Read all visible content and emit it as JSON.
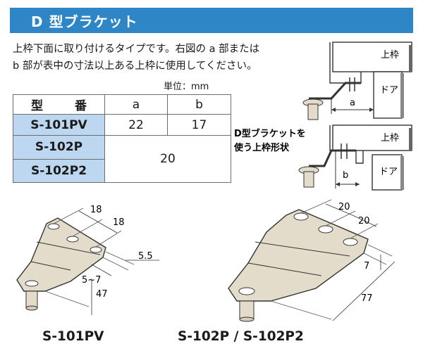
{
  "header": {
    "title": "D 型ブラケット"
  },
  "description": [
    "上枠下面に取り付けるタイプです。右図の a 部または",
    "b 部が表中の寸法以上ある上枠に使用してください。"
  ],
  "unit_label": "単位：mm",
  "table": {
    "headers": [
      "型　番",
      "a",
      "b"
    ],
    "rows": [
      {
        "model": "S-101PV",
        "a": "22",
        "b": "17"
      },
      {
        "model": "S-102P",
        "ab": "20"
      },
      {
        "model": "S-102P2"
      }
    ]
  },
  "install_diagrams": {
    "frame_label": "上枠",
    "door_label": "ドア",
    "dim_a": "a",
    "dim_b": "b",
    "caption_line1": "D型ブラケットを",
    "caption_line2": "使う上枠形状"
  },
  "bracket_small": {
    "dims": [
      "18",
      "18",
      "5.5",
      "5~7",
      "47"
    ],
    "caption": "S-101PV"
  },
  "bracket_large": {
    "dims": [
      "20",
      "20",
      "7",
      "77"
    ],
    "caption": "S-102P / S-102P2"
  },
  "colors": {
    "header_bg": "#2e86c7",
    "model_cell_bg": "#bed7f0",
    "bracket_fill": "#e4dccb"
  }
}
